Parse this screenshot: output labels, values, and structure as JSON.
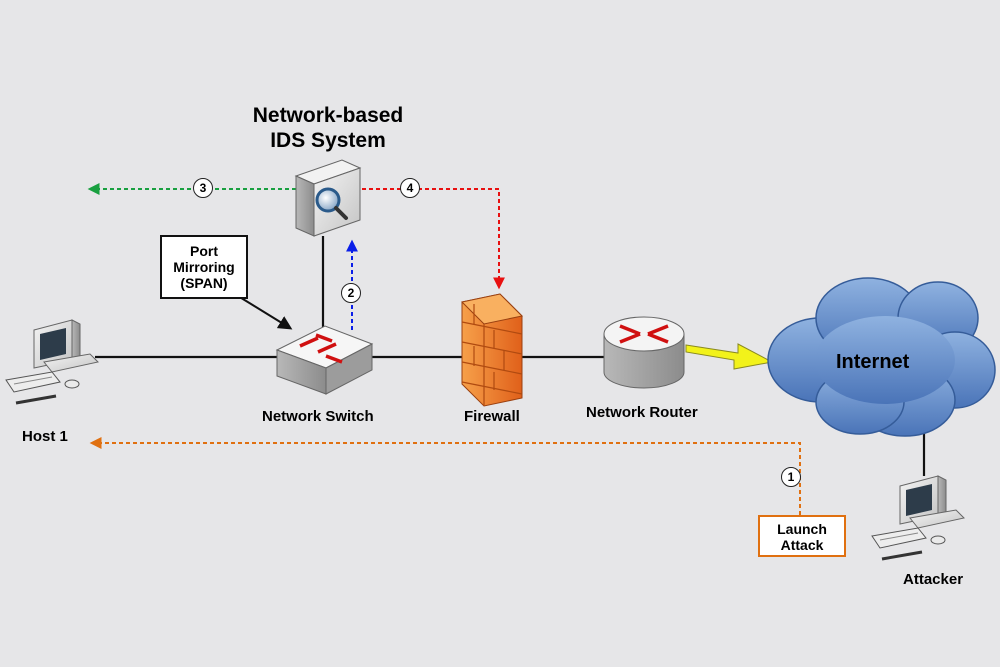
{
  "ids": {
    "title_line1": "Network-based",
    "title_line2": "IDS System"
  },
  "labels": {
    "host": "Host 1",
    "switch": "Network Switch",
    "firewall": "Firewall",
    "router": "Network Router",
    "internet": "Internet",
    "attacker": "Attacker"
  },
  "notes": {
    "span_line1": "Port",
    "span_line2": "Mirroring",
    "span_line3": "(SPAN)",
    "launch_line1": "Launch",
    "launch_line2": "Attack"
  },
  "steps": [
    "1",
    "2",
    "3",
    "4"
  ],
  "colors": {
    "background": "#e6e6e8",
    "step1": "#e07010",
    "step2": "#0a1ee8",
    "step3": "#19a040",
    "step4": "#e81010",
    "firewall": "#f07a1a",
    "cloud": "#6b94cc"
  },
  "icons": [
    "computer-icon",
    "switch-icon",
    "ids-sensor-icon",
    "firewall-icon",
    "router-icon",
    "cloud-icon",
    "lightning-icon"
  ]
}
